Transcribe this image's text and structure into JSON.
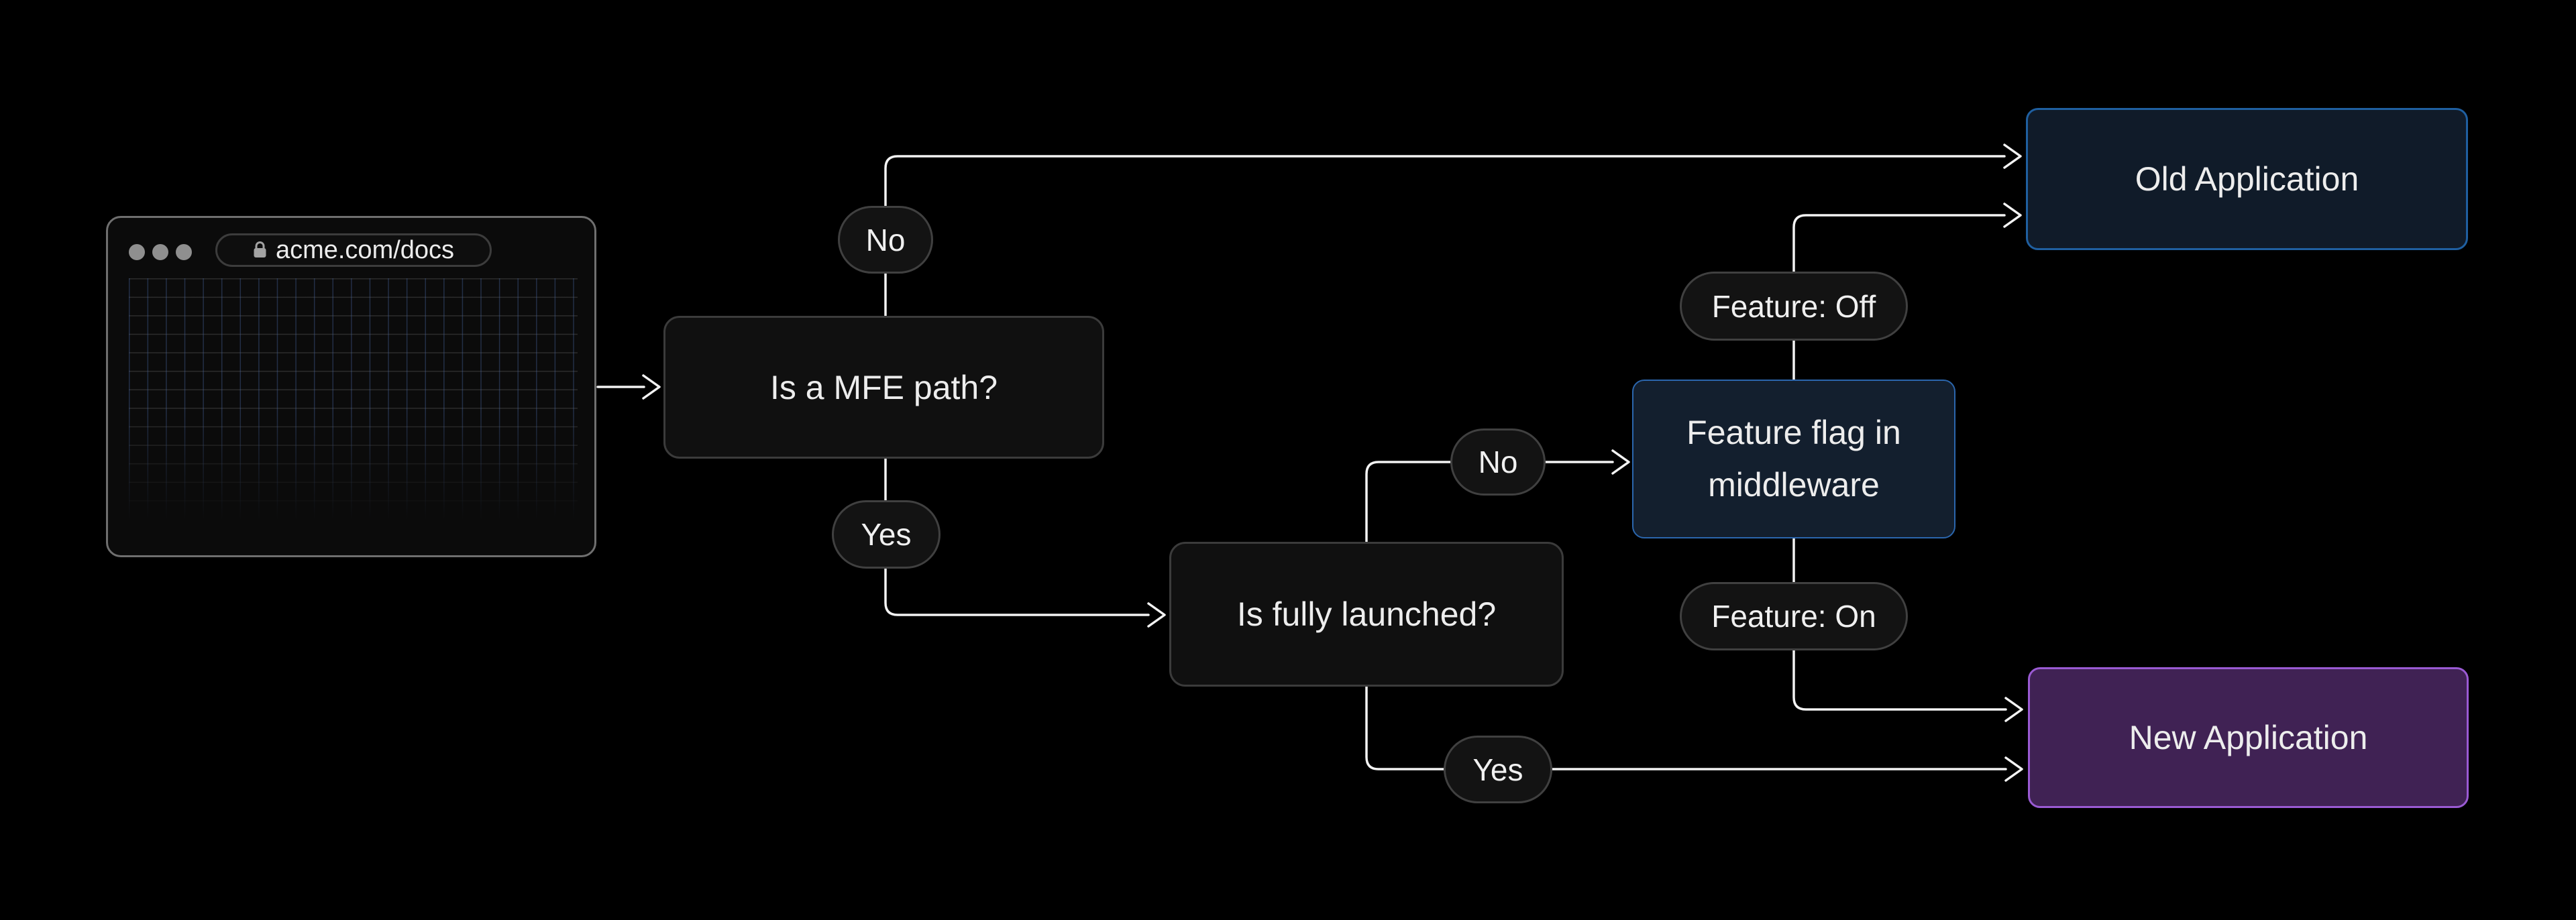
{
  "browser": {
    "url": "acme.com/docs"
  },
  "nodes": {
    "mfe_path": {
      "label": "Is a MFE path?"
    },
    "fully_launched": {
      "label": "Is fully launched?"
    },
    "feature_flag": {
      "label": "Feature flag in middleware"
    },
    "old_application": {
      "label": "Old Application"
    },
    "new_application": {
      "label": "New Application"
    }
  },
  "edge_labels": {
    "mfe_no": "No",
    "mfe_yes": "Yes",
    "launched_no": "No",
    "launched_yes": "Yes",
    "feature_off": "Feature: Off",
    "feature_on": "Feature: On"
  },
  "colors": {
    "background": "#000000",
    "connector": "#f3f3f3",
    "decision_fill": "#101010",
    "decision_border": "#3b3b3b",
    "pill_fill": "#131313",
    "pill_border": "#404040",
    "old_app_fill": "#101b29",
    "old_app_border": "#1f5fa0",
    "feature_flag_fill": "#131f2e",
    "feature_flag_border": "#2b66ad",
    "new_app_fill": "#402254",
    "new_app_border": "#9a5ad3",
    "browser_border": "#6f6f6f",
    "grid_line": "#2a3c5e"
  }
}
